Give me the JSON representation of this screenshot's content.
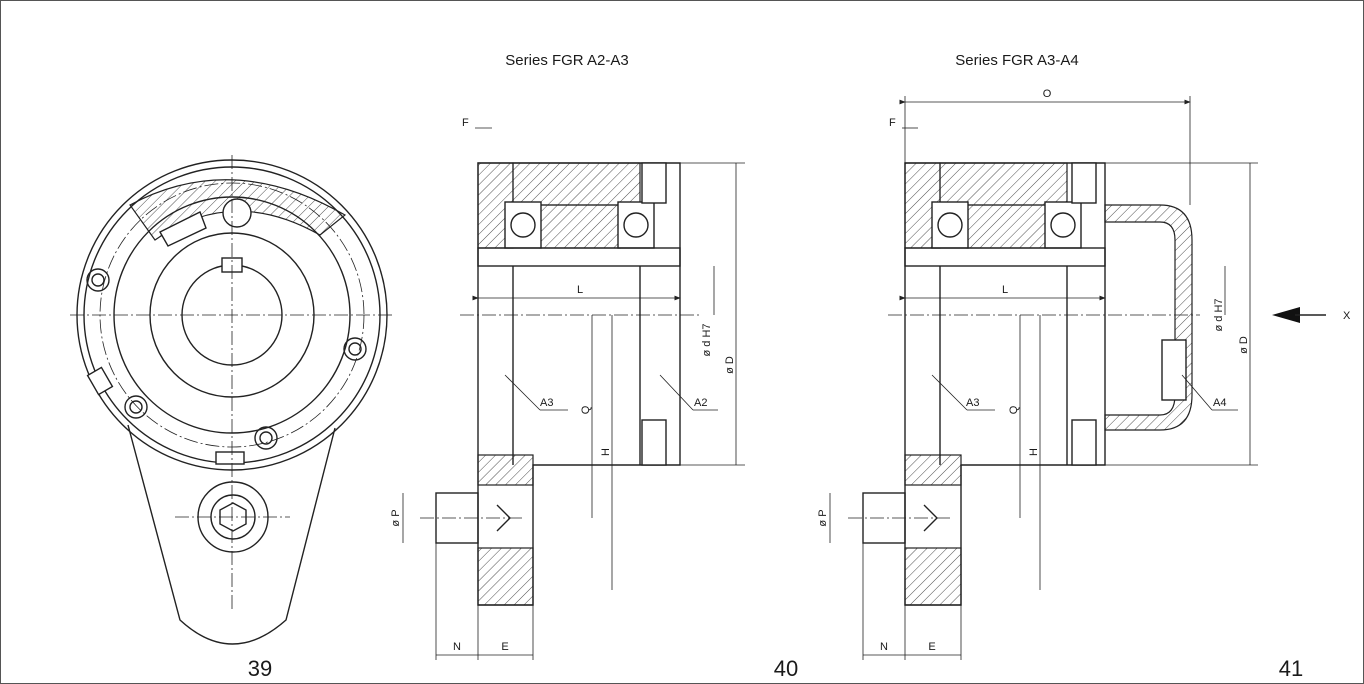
{
  "figures": {
    "fig39": {
      "number": "39"
    },
    "fig40": {
      "number": "40",
      "title": "Series FGR A2-A3",
      "labels": {
        "F": "F",
        "L": "L",
        "d": "ø d H7",
        "D": "ø D",
        "Q": "Q",
        "H": "H",
        "P": "ø P",
        "N": "N",
        "E": "E",
        "A3": "A3",
        "A2": "A2"
      }
    },
    "fig41": {
      "number": "41",
      "title": "Series FGR A3-A4",
      "labels": {
        "O": "O",
        "F": "F",
        "L": "L",
        "d": "ø d H7",
        "D": "ø D",
        "Q": "Q",
        "H": "H",
        "P": "ø P",
        "N": "N",
        "E": "E",
        "A3": "A3",
        "A4": "A4",
        "X": "X"
      }
    }
  }
}
